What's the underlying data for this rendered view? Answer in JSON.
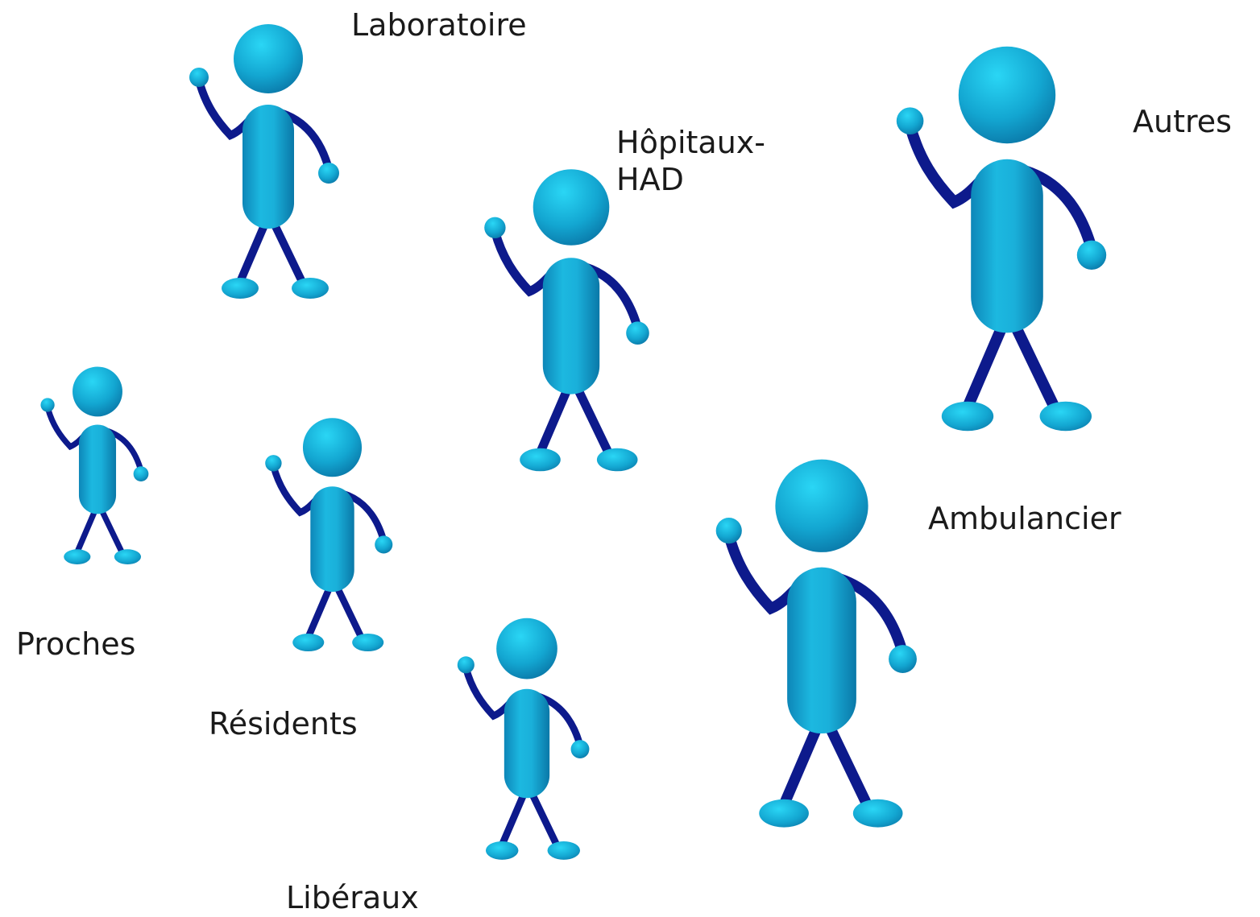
{
  "colors": {
    "body_light": "#2ad6f5",
    "body_mid": "#13a6d1",
    "body_dark": "#0a78a8",
    "limb": "#0d1a8c",
    "text": "#1a1a1a",
    "background": "#ffffff"
  },
  "figures": [
    {
      "id": "laboratoire",
      "label": "Laboratoire"
    },
    {
      "id": "hopitaux-had",
      "label_line1": "Hôpitaux-",
      "label_line2": "HAD"
    },
    {
      "id": "autres",
      "label": "Autres"
    },
    {
      "id": "proches",
      "label": "Proches"
    },
    {
      "id": "residents",
      "label": "Résidents"
    },
    {
      "id": "ambulancier",
      "label": "Ambulancier"
    },
    {
      "id": "liberaux",
      "label": "Libéraux"
    }
  ]
}
